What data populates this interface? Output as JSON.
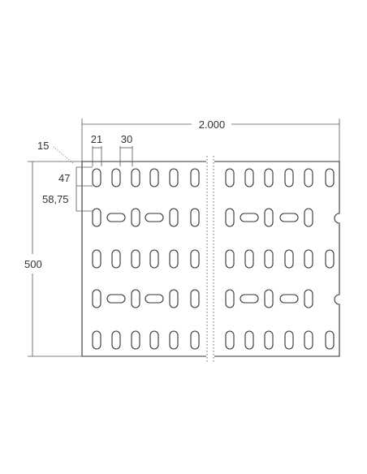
{
  "dimensions": {
    "total_length": "2.000",
    "height": "500",
    "slot_width": "21",
    "slot_pitch": "30",
    "edge_offset": "15",
    "first_row": "47",
    "row_pitch": "58,75"
  },
  "colors": {
    "line": "#333333",
    "dimension": "#555555"
  }
}
